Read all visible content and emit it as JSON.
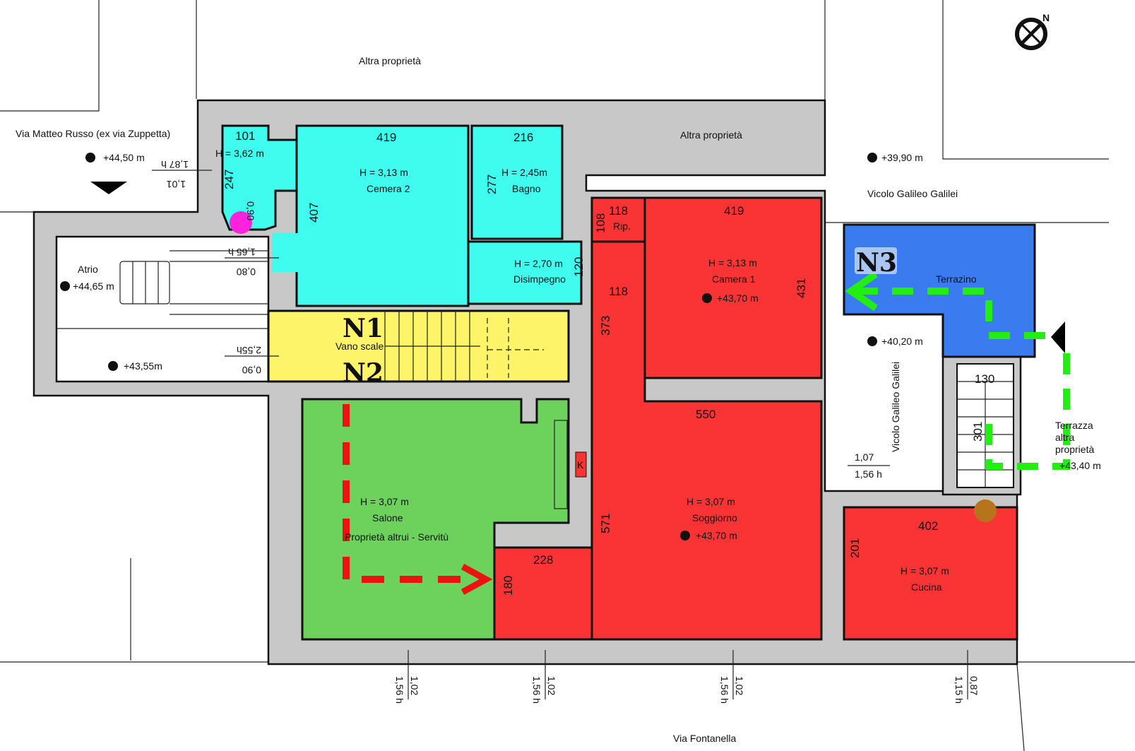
{
  "labels": {
    "altra_proprieta_top": "Altra proprietà",
    "altra_proprieta_right": "Altra proprietà",
    "via_matteo_russo": "Via Matteo Russo (ex via Zuppetta)",
    "vicolo_galileo_top": "Vicolo Galileo Galilei",
    "vicolo_galileo_vertical": "Vicolo Galileo Galilei",
    "via_fontanella": "Via Fontanella",
    "terrazza_1": "Terrazza",
    "terrazza_2": "altra",
    "terrazza_3": "proprietà"
  },
  "elevations": {
    "street_left": "+44,50 m",
    "atrio": "+44,65 m",
    "atrio_low": "+43,55m",
    "vicolo_top": "+39,90 m",
    "vicolo": "+40,20 m",
    "terrazza": "+43,40 m",
    "camera1": "+43,70 m",
    "soggiorno": "+43,70 m"
  },
  "rooms": {
    "entry": {
      "height": "H = 3,62 m"
    },
    "atrio": {
      "name": "Atrio"
    },
    "cemera2": {
      "height": "H = 3,13 m",
      "name": "Cemera 2"
    },
    "bagno": {
      "height": "H = 2,45m",
      "name": "Bagno"
    },
    "disimpegno": {
      "height": "H = 2,70 m",
      "name": "Disimpegno"
    },
    "rip": {
      "name": "Rip."
    },
    "camera1": {
      "height": "H = 3,13 m",
      "name": "Camera 1"
    },
    "terrazino": {
      "name": "Terrazino"
    },
    "vano_scale": {
      "name": "Vano scale"
    },
    "salone": {
      "height": "H = 3,07 m",
      "name": "Salone",
      "note": "Proprietà altrui - Servitù"
    },
    "soggiorno": {
      "height": "H = 3,07 m",
      "name": "Soggiorno"
    },
    "cucina": {
      "height": "H = 3,07 m",
      "name": "Cucina"
    },
    "k": "K"
  },
  "markers": {
    "n1": "N1",
    "n2": "N2",
    "n3": "N3"
  },
  "dimensions": {
    "d101": "101",
    "d419a": "419",
    "d216": "216",
    "d419b": "419",
    "d118a": "118",
    "d108": "108",
    "d247": "247",
    "d407": "407",
    "d277": "277",
    "d120": "120",
    "d118b": "118",
    "d431": "431",
    "d373": "373",
    "d550": "550",
    "d571": "571",
    "d228": "228",
    "d180": "180",
    "d402": "402",
    "d201": "201",
    "d130": "130",
    "d301": "301",
    "d090a": "0,90",
    "w_left_a": "1,87 h",
    "w_left_b": "1,01",
    "w_atrio_a": "1,65 h",
    "w_atrio_b": "0,80",
    "w_stair_a": "2,55h",
    "w_stair_b": "0,90",
    "w_vicolo_a": "1,07",
    "w_vicolo_b": "1,56 h",
    "w1_a": "1,56 h",
    "w1_b": "1,02",
    "w2_a": "1,56 h",
    "w2_b": "1,02",
    "w3_a": "1,56 h",
    "w3_b": "1,02",
    "w4_a": "1,15 h",
    "w4_b": "0,87"
  },
  "colors": {
    "cyan": "#3ffcef",
    "yellow": "#fdf46a",
    "green": "#6cd25c",
    "red": "#fa3434",
    "blue": "#3a7cf0",
    "wall": "#c8c8c8",
    "path_red": "#ee1111",
    "path_green": "#22ee11",
    "magenta": "#ff22dd",
    "brown": "#b8741a"
  }
}
